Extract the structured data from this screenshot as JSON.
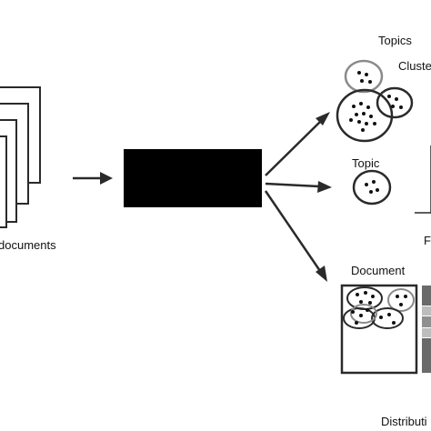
{
  "labels": {
    "documents": "documents",
    "topics": "Topics",
    "clusters": "Cluste",
    "topic": "Topic",
    "right_edge_letter": "F",
    "document": "Document",
    "distribution": "Distributi"
  },
  "colors": {
    "stroke": "#2a2a2a",
    "black_box": "#000000",
    "gray_ring": "#8a8a8a",
    "bar_dark": "#6a6a6a",
    "bar_light": "#bdbdbd"
  }
}
